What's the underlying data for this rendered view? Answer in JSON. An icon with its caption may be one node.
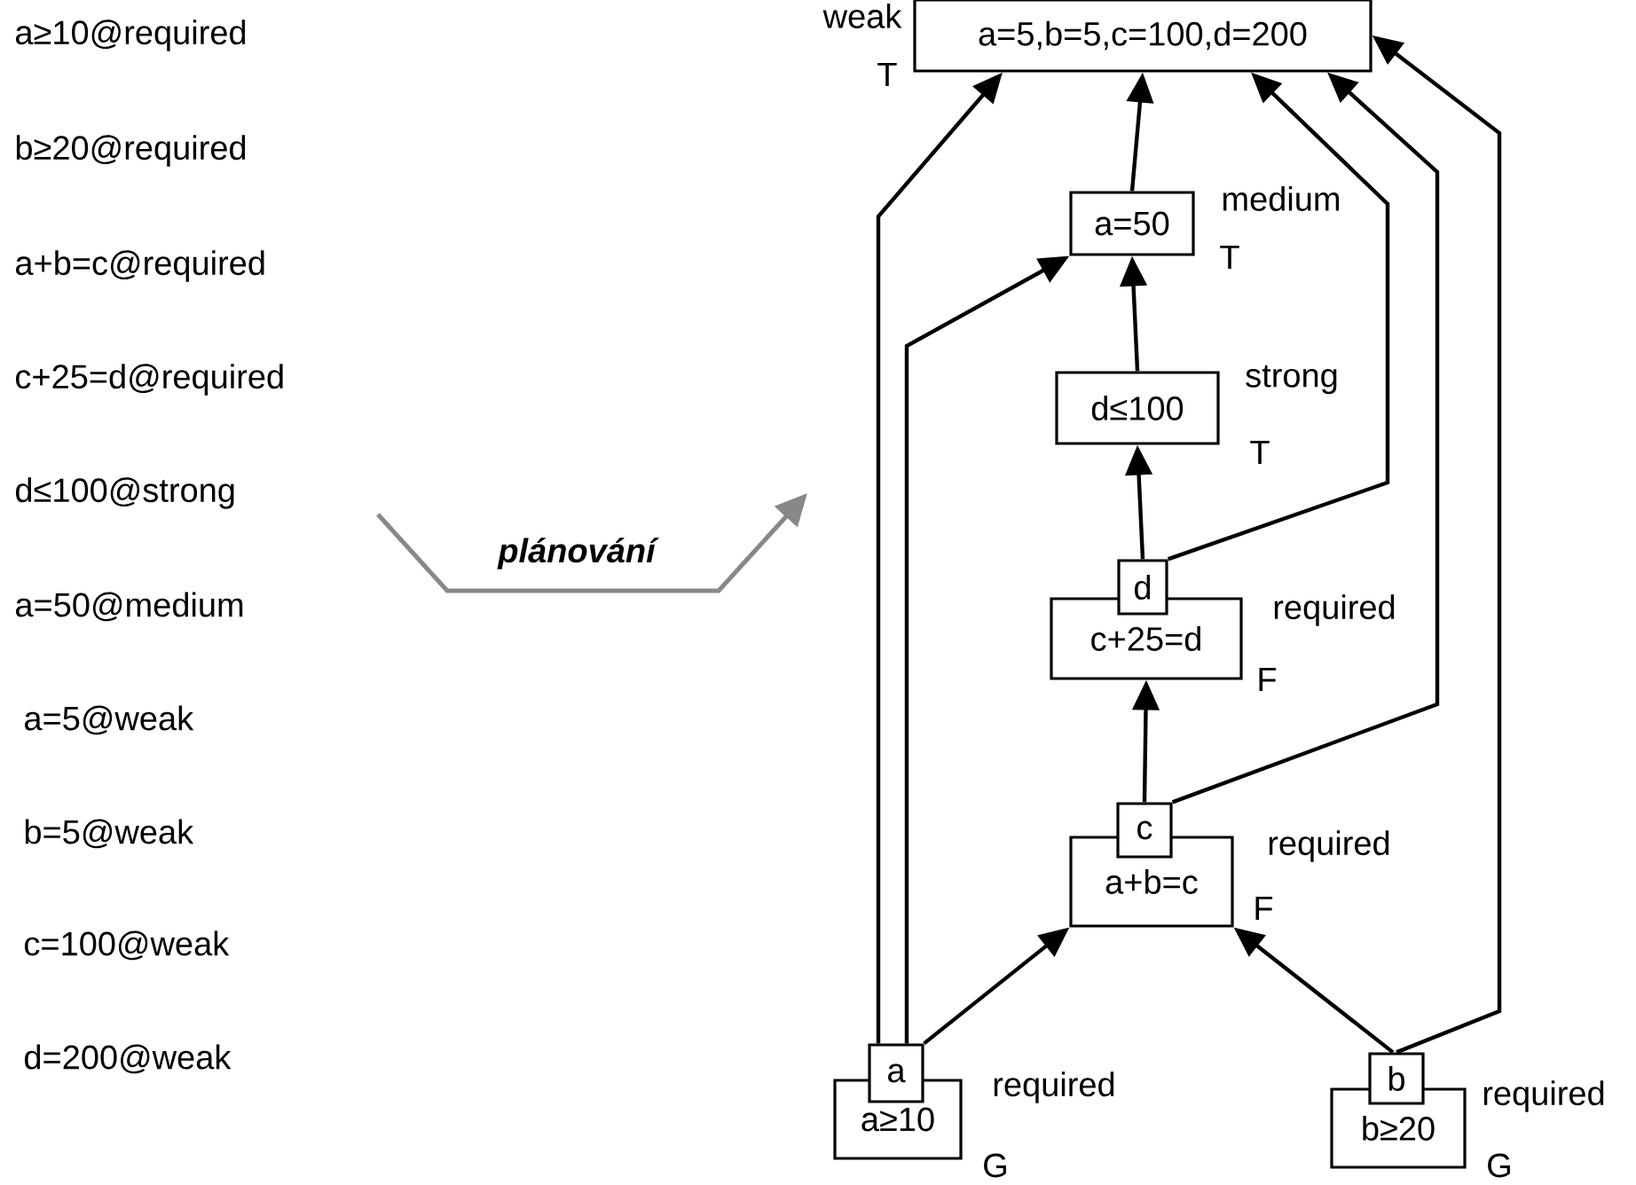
{
  "diagram": {
    "nodes": [
      {
        "text": [
          "a=5,b=5,c=100,d=200"
        ],
        "beside": [
          "weak",
          "T"
        ]
      },
      {
        "text": [
          "a=50"
        ],
        "beside": [
          "medium",
          "T"
        ]
      },
      {
        "text": [
          "d≤100"
        ],
        "beside": [
          "strong",
          "T"
        ]
      },
      {
        "text": [
          "d"
        ]
      },
      {
        "text": [
          "c+25=d"
        ],
        "beside": [
          "required",
          "F"
        ]
      },
      {
        "text": [
          "c"
        ]
      },
      {
        "text": [
          "a+b=c"
        ],
        "beside": [
          "required",
          "F"
        ]
      },
      {
        "text": [
          "a"
        ]
      },
      {
        "text": [
          "a≥10"
        ],
        "beside": [
          "required",
          "G"
        ]
      },
      {
        "text": [
          "b"
        ]
      },
      {
        "text": [
          "b≥20"
        ],
        "beside": [
          "required",
          "G"
        ]
      }
    ],
    "edges": [
      {
        "from": 7,
        "to": 0,
        "arrow": "to"
      },
      {
        "from": 7,
        "to": 1,
        "arrow": "to"
      },
      {
        "from": 7,
        "to": 6,
        "arrow": "to"
      },
      {
        "from": 9,
        "to": 6,
        "arrow": "to"
      },
      {
        "from": 9,
        "to": 0,
        "arrow": "to"
      },
      {
        "from": 5,
        "to": 4,
        "arrow": "to"
      },
      {
        "from": 5,
        "to": 0,
        "arrow": "to"
      },
      {
        "from": 3,
        "to": 2,
        "arrow": "to"
      },
      {
        "from": 3,
        "to": 0,
        "arrow": "to"
      },
      {
        "from": 1,
        "to": 0,
        "arrow": "to"
      },
      {
        "from": 2,
        "to": 1,
        "arrow": "to"
      }
    ],
    "labels": [
      "a≥10@required",
      "b≥20@required",
      "a+b=c@required",
      "c+25=d@required",
      "d≤100@strong",
      "a=50@medium",
      "a=5@weak",
      "b=5@weak",
      "c=100@weak",
      "d=200@weak",
      "plánování"
    ]
  }
}
